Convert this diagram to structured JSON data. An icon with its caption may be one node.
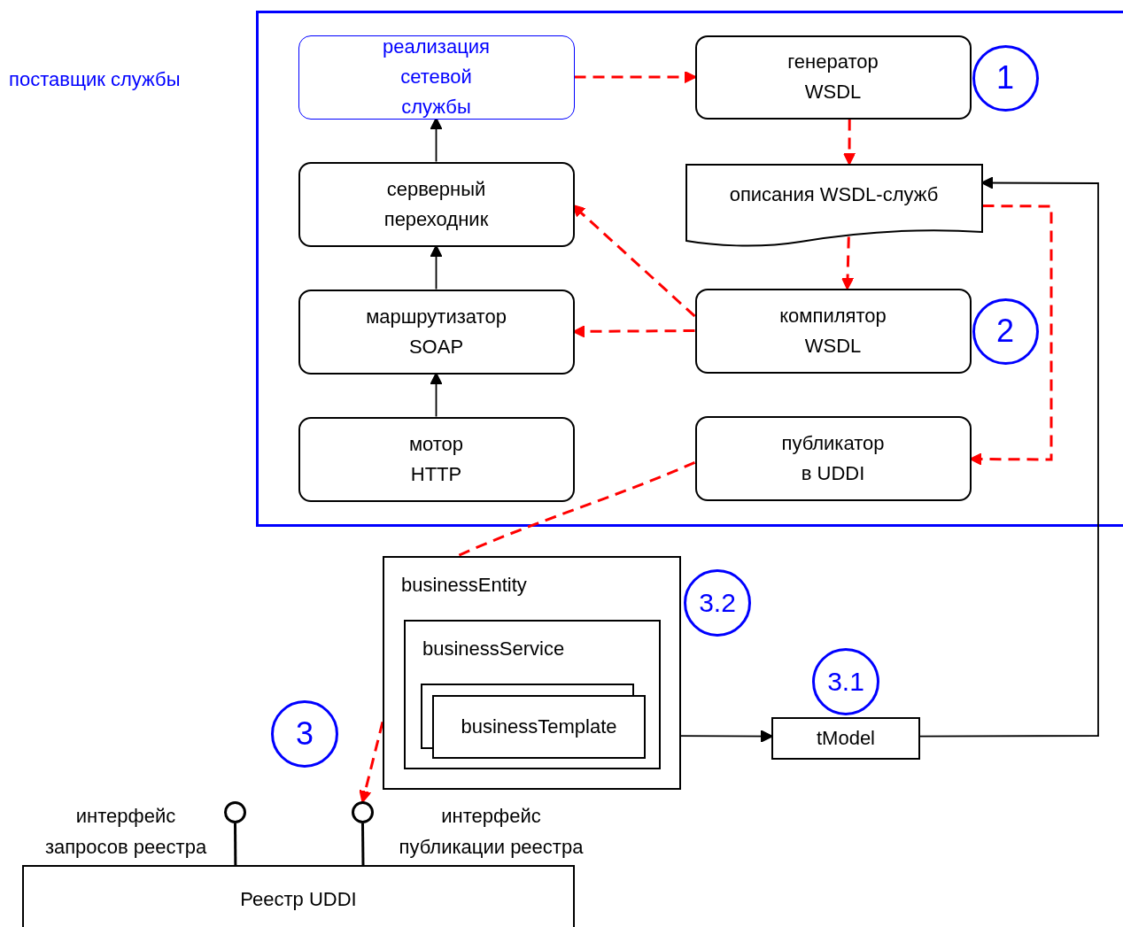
{
  "diagram": {
    "nodes": [
      {
        "text": [],
        "shape": "box"
      },
      {
        "text": [
          "реализация сетевой службы"
        ],
        "in": 0
      },
      {
        "text": [
          "генератор WSDL"
        ],
        "in": 0
      },
      {
        "text": [
          "описания WSDL-служб"
        ],
        "in": 0
      },
      {
        "text": [
          "серверный переходник"
        ],
        "in": 0
      },
      {
        "text": [
          "маршрутизатор SOAP"
        ],
        "in": 0
      },
      {
        "text": [
          "компилятор WSDL"
        ],
        "in": 0
      },
      {
        "text": [
          "мотор HTTP"
        ],
        "in": 0
      },
      {
        "text": [
          "публикатор в UDDI"
        ],
        "in": 0
      },
      {
        "text": [
          "1"
        ],
        "in": 0
      },
      {
        "text": [
          "2"
        ],
        "in": 0
      },
      {
        "text": [
          "businessEntity"
        ]
      },
      {
        "text": [
          "businessService"
        ],
        "in": 11
      },
      {
        "text": [
          "businessTemplate"
        ],
        "in": 12
      },
      {
        "text": [
          "3.2"
        ]
      },
      {
        "text": [
          "3.1"
        ]
      },
      {
        "text": [
          "tModel"
        ]
      },
      {
        "text": [
          "3"
        ]
      },
      {
        "text": [],
        "shape": "circle"
      },
      {
        "text": [],
        "shape": "circle"
      },
      {
        "text": [
          "Реестр UDDI"
        ]
      }
    ],
    "edges": [
      {
        "from": 1,
        "to": 2,
        "arrow": "to",
        "style": "dashed",
        "color": "#ff0000"
      },
      {
        "from": 2,
        "to": 3,
        "arrow": "to",
        "style": "dashed",
        "color": "#ff0000"
      },
      {
        "from": 3,
        "to": 6,
        "arrow": "to",
        "style": "dashed",
        "color": "#ff0000"
      },
      {
        "from": 6,
        "to": 4,
        "arrow": "to",
        "style": "dashed",
        "color": "#ff0000"
      },
      {
        "from": 6,
        "to": 5,
        "arrow": "to",
        "style": "dashed",
        "color": "#ff0000"
      },
      {
        "from": 3,
        "to": 8,
        "arrow": "to",
        "style": "dashed",
        "color": "#ff0000"
      },
      {
        "from": 7,
        "to": 5,
        "arrow": "to",
        "color": "#000000"
      },
      {
        "from": 5,
        "to": 4,
        "arrow": "to",
        "color": "#000000"
      },
      {
        "from": 4,
        "to": 1,
        "arrow": "to",
        "color": "#000000"
      },
      {
        "from": 8,
        "to": 11,
        "arrow": "none",
        "style": "dashed",
        "color": "#ff0000"
      },
      {
        "from": 11,
        "to": 19,
        "arrow": "to",
        "style": "dashed",
        "color": "#ff0000"
      },
      {
        "from": 13,
        "to": 16,
        "arrow": "to",
        "color": "#000000"
      },
      {
        "from": 16,
        "to": 3,
        "arrow": "to",
        "color": "#000000"
      },
      {
        "from": 20,
        "to": 18,
        "arrow": "none",
        "color": "#000000"
      },
      {
        "from": 20,
        "to": 19,
        "arrow": "none",
        "color": "#000000"
      }
    ],
    "labels": [
      "поставщик службы",
      "интерфейс запросов реестра",
      "интерфейс публикации реестра"
    ]
  }
}
